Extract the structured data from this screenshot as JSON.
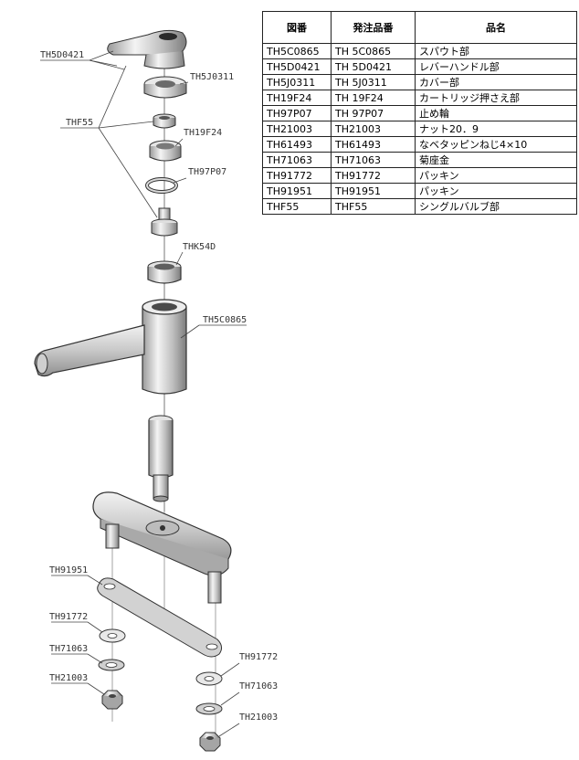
{
  "table": {
    "headers": [
      "図番",
      "発注品番",
      "品名"
    ],
    "rows": [
      [
        "TH5C0865",
        "TH 5C0865",
        "スパウト部"
      ],
      [
        "TH5D0421",
        "TH 5D0421",
        "レバーハンドル部"
      ],
      [
        "TH5J0311",
        "TH 5J0311",
        "カバー部"
      ],
      [
        "TH19F24",
        "TH 19F24",
        "カートリッジ押さえ部"
      ],
      [
        "TH97P07",
        "TH 97P07",
        "止め輪"
      ],
      [
        "TH21003",
        "TH21003",
        "ナット20．9"
      ],
      [
        "TH61493",
        "TH61493",
        "なベタッピンねじ4×10"
      ],
      [
        "TH71063",
        "TH71063",
        "菊座金"
      ],
      [
        "TH91772",
        "TH91772",
        "パッキン"
      ],
      [
        "TH91951",
        "TH91951",
        "パッキン"
      ],
      [
        "THF55",
        "THF55",
        "シングルバルブ部"
      ]
    ]
  },
  "callouts": {
    "lever_handle": "TH5D0421",
    "cover": "TH5J0311",
    "cartridge_holder": "TH19F24",
    "single_valve": "THF55",
    "snap_ring": "TH97P07",
    "thk54d": "THK54D",
    "spout": "TH5C0865",
    "gasket_plate": "TH91951",
    "gasket_left": "TH91772",
    "washer_left": "TH71063",
    "nut_left": "TH21003",
    "gasket_right": "TH91772",
    "washer_right": "TH71063",
    "nut_right": "TH21003"
  }
}
